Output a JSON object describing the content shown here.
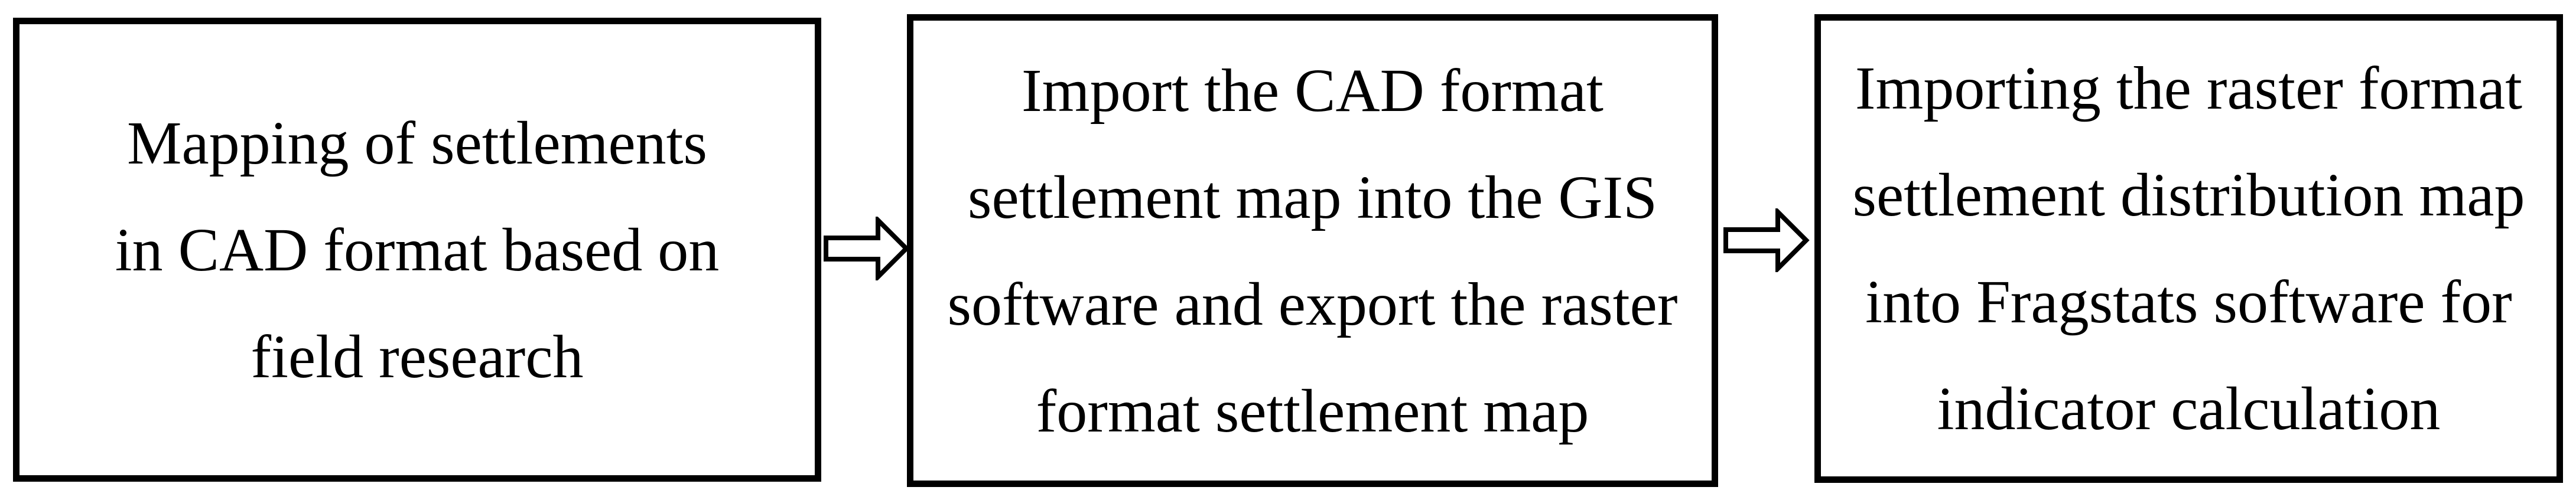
{
  "diagram": {
    "type": "flowchart",
    "steps": [
      {
        "lines": [
          "Mapping of settlements",
          "in CAD format based on",
          "field research"
        ]
      },
      {
        "lines": [
          "Import the CAD format",
          "settlement map into the GIS",
          "software and export the raster",
          "format settlement map"
        ]
      },
      {
        "lines": [
          "Importing the raster format",
          "settlement distribution map",
          "into Fragstats software for",
          "indicator calculation"
        ]
      }
    ],
    "arrows": [
      {
        "from": 0,
        "to": 1,
        "direction": "right"
      },
      {
        "from": 1,
        "to": 2,
        "direction": "right"
      }
    ],
    "colors": {
      "stroke": "#000000",
      "fill": "#ffffff",
      "text": "#000000"
    },
    "icons": [
      "hollow-right-arrow-icon"
    ]
  }
}
